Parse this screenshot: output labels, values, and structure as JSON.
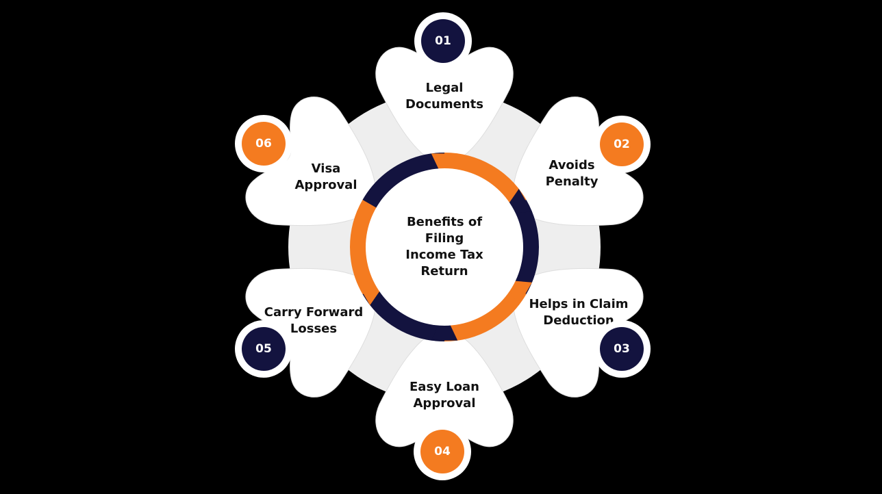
{
  "center": {
    "title": "Benefits of\nFiling\nIncome Tax\nReturn"
  },
  "colors": {
    "background": "#000000",
    "petal": "#ffffff",
    "disc": "#eeeeee",
    "navy": "#13133f",
    "orange": "#f47b20"
  },
  "benefits": [
    {
      "number": "01",
      "label": "Legal\nDocuments",
      "badge_color": "navy"
    },
    {
      "number": "02",
      "label": "Avoids\nPenalty",
      "badge_color": "orange"
    },
    {
      "number": "03",
      "label": "Helps in Claim\nDeduction",
      "badge_color": "navy"
    },
    {
      "number": "04",
      "label": "Easy Loan\nApproval",
      "badge_color": "orange"
    },
    {
      "number": "05",
      "label": "Carry Forward\nLosses",
      "badge_color": "navy"
    },
    {
      "number": "06",
      "label": "Visa\nApproval",
      "badge_color": "orange"
    }
  ]
}
